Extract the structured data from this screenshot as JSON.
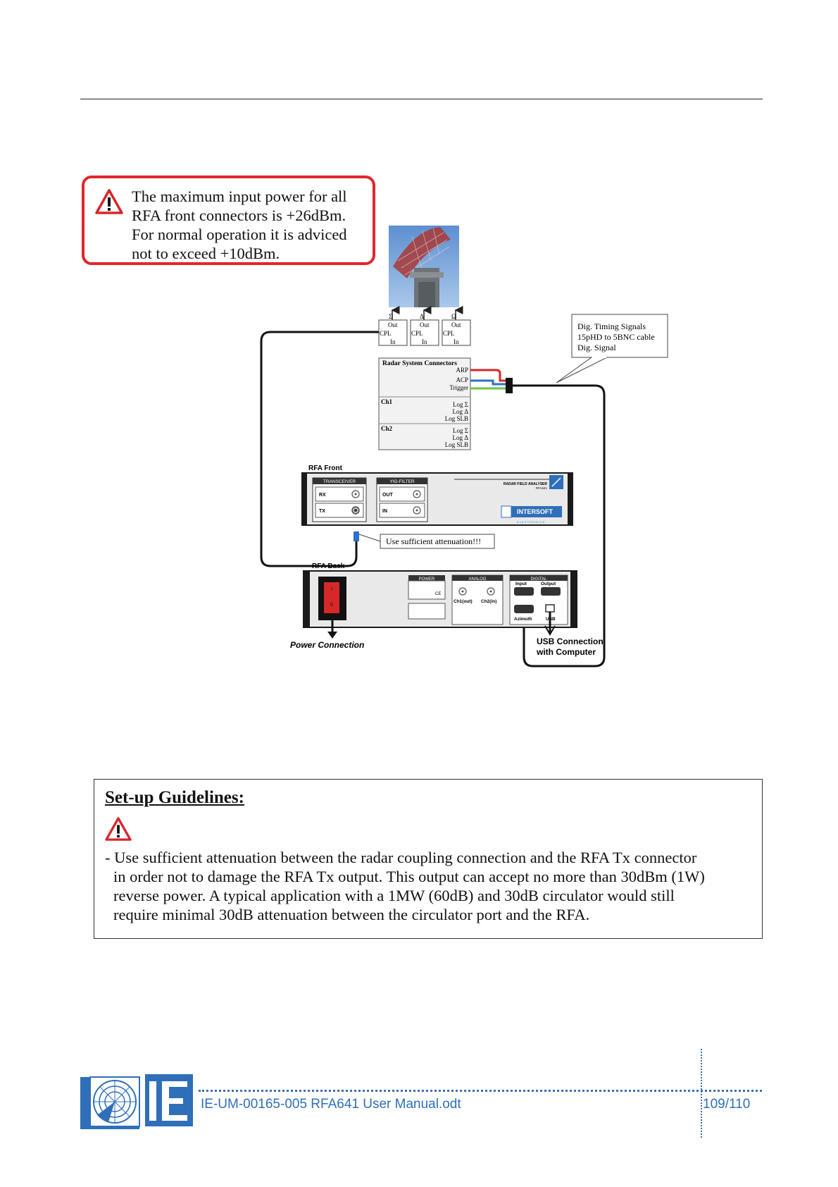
{
  "warning": {
    "lines": [
      "The maximum input power for all",
      "RFA front connectors is +26dBm.",
      "For normal operation it is adviced",
      "not to exceed +10dBm."
    ]
  },
  "diagram": {
    "couplers": [
      {
        "symbol": "Σ",
        "out": "Out",
        "cpl": "CPL",
        "in": "In"
      },
      {
        "symbol": "Δ",
        "out": "Out",
        "cpl": "CPL",
        "in": "In"
      },
      {
        "symbol": "Ω",
        "out": "Out",
        "cpl": "CPL",
        "in": "In"
      }
    ],
    "dig_timing": [
      "Dig. Timing Signals",
      "15pHD to 5BNC cable",
      "Dig. Signal"
    ],
    "radar_connectors": {
      "title": "Radar System Connectors",
      "signals": [
        "ARP",
        "ACP",
        "Trigger"
      ],
      "ch1_label": "Ch1",
      "ch1_signals": [
        "Log Σ",
        "Log Δ",
        "Log SLB"
      ],
      "ch2_label": "Ch2",
      "ch2_signals": [
        "Log Σ",
        "Log Δ",
        "Log SLB"
      ]
    },
    "rfa_front": {
      "label": "RFA Front",
      "transceiver": "TRANSCEIVER",
      "yig_filter": "YIG-FILTER",
      "rx": "RX",
      "tx": "TX",
      "out": "OUT",
      "in": "IN",
      "product": "RADAR FIELD ANALYSER",
      "model": "RFA641",
      "brand": "INTERSOFT",
      "brand_sub": "ELECTRONICS"
    },
    "attenuation_note": "Use sufficient attenuation!!!",
    "rfa_back": {
      "label": "RFA Back",
      "power": "POWER",
      "ce": "CE",
      "analog": "ANALOG",
      "ch1out": "Ch1(out)",
      "ch2in": "Ch2(in)",
      "digital": "DIGITAL",
      "input": "Input",
      "output": "Output",
      "azimuth": "Azimuth",
      "usb": "USB",
      "switch_on": "I",
      "switch_off": "0"
    },
    "power_connection": "Power Connection",
    "usb_connection": [
      "USB Connection",
      "with Computer"
    ]
  },
  "guidelines": {
    "title": "Set-up Guidelines:",
    "lines": [
      "- Use sufficient attenuation between the radar coupling connection and the RFA Tx connector",
      "in order not to damage the RFA Tx output. This output can accept no more than 30dBm (1W)",
      "reverse power. A typical application with a 1MW (60dB) and 30dB circulator would still",
      "require minimal 30dB attenuation between the circulator port and the RFA."
    ]
  },
  "footer": {
    "document": "IE-UM-00165-005 RFA641 User Manual.odt",
    "page": "109/110",
    "logo_letters": "IE"
  },
  "colors": {
    "warning_border": "#e0262b",
    "brand_blue": "#2f6fb9",
    "arp_wire": "#d62828",
    "acp_wire": "#2b6fd0",
    "trigger_wire": "#6cc644"
  }
}
